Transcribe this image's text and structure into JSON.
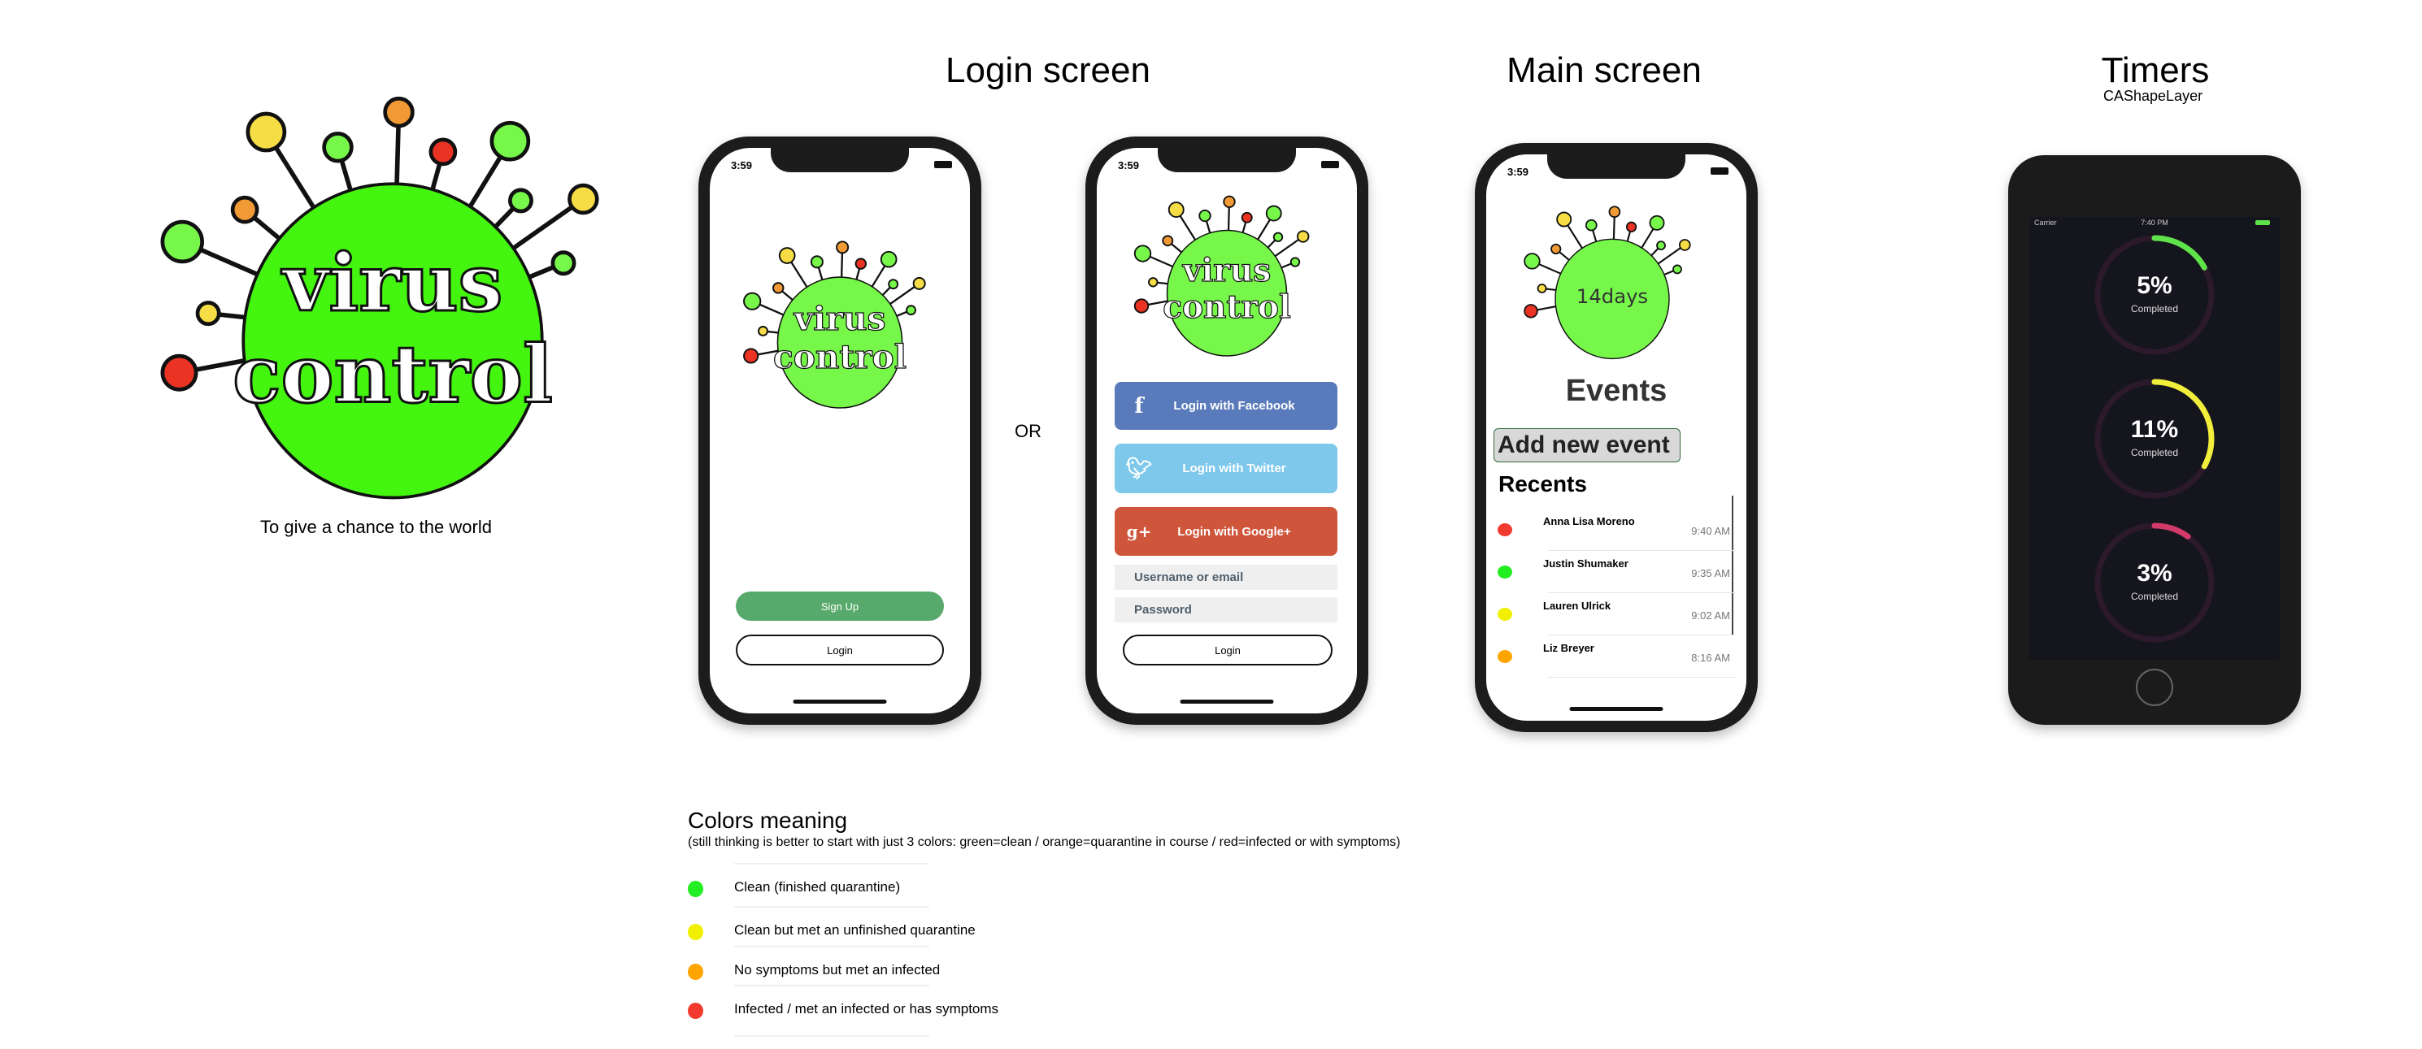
{
  "logo": {
    "line1": "virus",
    "line2": "control",
    "tagline": "To give a chance to the world"
  },
  "sections": {
    "login": "Login screen",
    "or": "OR",
    "main": "Main screen",
    "timers": "Timers",
    "timers_sub": "CAShapeLayer"
  },
  "colors": {
    "clean": "#22ee22",
    "yellow": "#f0f000",
    "orange": "#ffa500",
    "red": "#f23a2e",
    "logo_green": "#76f74a",
    "big_logo_green": "#44f510"
  },
  "phone1": {
    "time": "3:59",
    "signup": "Sign Up",
    "login": "Login",
    "signup_color": "#57aa6b"
  },
  "phone2": {
    "time": "3:59",
    "facebook": "Login with Facebook",
    "twitter": "Login with Twitter",
    "google": "Login with Google+",
    "username_placeholder": "Username or email",
    "password_placeholder": "Password",
    "login": "Login",
    "facebook_icon": "facebook-icon",
    "twitter_icon": "twitter-icon",
    "google_icon": "google-plus-icon"
  },
  "phone3": {
    "time": "3:59",
    "badge": "14days",
    "events_title": "Events",
    "add_event": "Add new event",
    "recents_title": "Recents",
    "recents": [
      {
        "name": "Anna Lisa Moreno",
        "time": "9:40 AM",
        "status": "red"
      },
      {
        "name": "Justin Shumaker",
        "time": "9:35 AM",
        "status": "green"
      },
      {
        "name": "Lauren Ulrick",
        "time": "9:02 AM",
        "status": "yellow"
      },
      {
        "name": "Liz Breyer",
        "time": "8:16 AM",
        "status": "orange"
      }
    ]
  },
  "phone4": {
    "carrier": "Carrier",
    "time": "7:40 PM",
    "timers": [
      {
        "percent": "5%",
        "label": "Completed",
        "arc_fraction": 0.17,
        "color": "#5fe34a"
      },
      {
        "percent": "11%",
        "label": "Completed",
        "arc_fraction": 0.33,
        "color": "#f2ef3c"
      },
      {
        "percent": "3%",
        "label": "Completed",
        "arc_fraction": 0.1,
        "color": "#d23a6a"
      }
    ]
  },
  "legend": {
    "title": "Colors meaning",
    "subtitle": "(still thinking is better to start with just 3 colors: green=clean / orange=quarantine in course / red=infected or with symptoms)",
    "items": [
      {
        "label": "Clean (finished quarantine)",
        "color": "#22ee22"
      },
      {
        "label": "Clean but met an unfinished quarantine",
        "color": "#f0f000"
      },
      {
        "label": "No symptoms but met an infected",
        "color": "#ffa500"
      },
      {
        "label": "Infected  / met an infected or has symptoms",
        "color": "#f23a2e"
      }
    ]
  }
}
